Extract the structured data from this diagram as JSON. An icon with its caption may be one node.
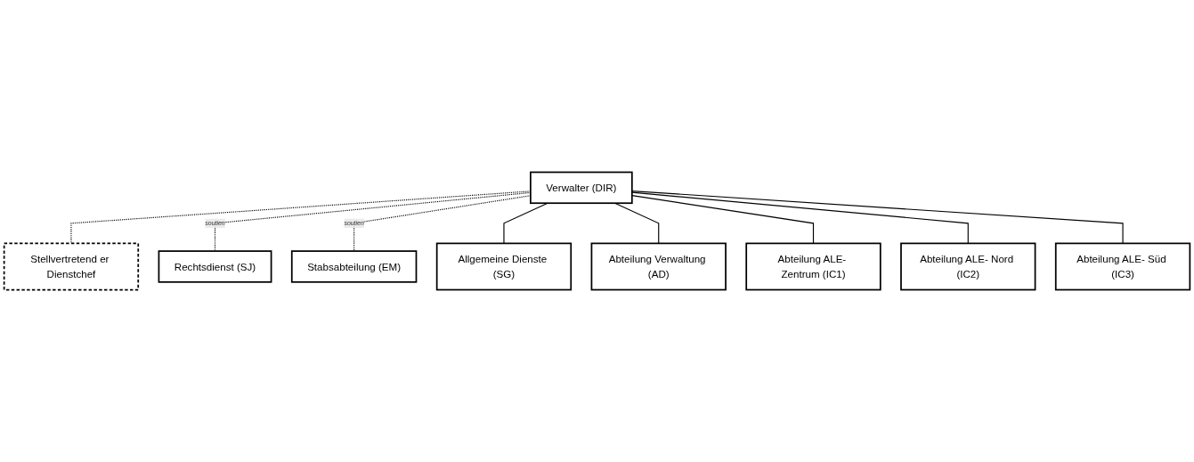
{
  "diagram": {
    "nodes": [
      {
        "text": [
          "Verwalter (DIR)"
        ]
      },
      {
        "text": [
          "Stellvertretend er Dienstchef"
        ]
      },
      {
        "text": [
          "Rechtsdienst (SJ)"
        ]
      },
      {
        "text": [
          "Stabsabteilung (EM)"
        ]
      },
      {
        "text": [
          "Allgemeine Dienste (SG)"
        ]
      },
      {
        "text": [
          "Abteilung Verwaltung (AD)"
        ]
      },
      {
        "text": [
          "Abteilung ALE- Zentrum (IC1)"
        ]
      },
      {
        "text": [
          "Abteilung ALE- Nord (IC2)"
        ]
      },
      {
        "text": [
          "Abteilung ALE- Süd (IC3)"
        ]
      }
    ],
    "edges": [
      {
        "from": 0,
        "to": 1,
        "arrow": "none",
        "style": "dashed"
      },
      {
        "from": 0,
        "to": 2,
        "arrow": "none",
        "style": "dashed",
        "label": "soutien"
      },
      {
        "from": 0,
        "to": 3,
        "arrow": "none",
        "style": "dashed",
        "label": "soutien"
      },
      {
        "from": 0,
        "to": 4,
        "arrow": "none"
      },
      {
        "from": 0,
        "to": 5,
        "arrow": "none"
      },
      {
        "from": 0,
        "to": 6,
        "arrow": "none"
      },
      {
        "from": 0,
        "to": 7,
        "arrow": "none"
      },
      {
        "from": 0,
        "to": 8,
        "arrow": "none"
      }
    ]
  }
}
